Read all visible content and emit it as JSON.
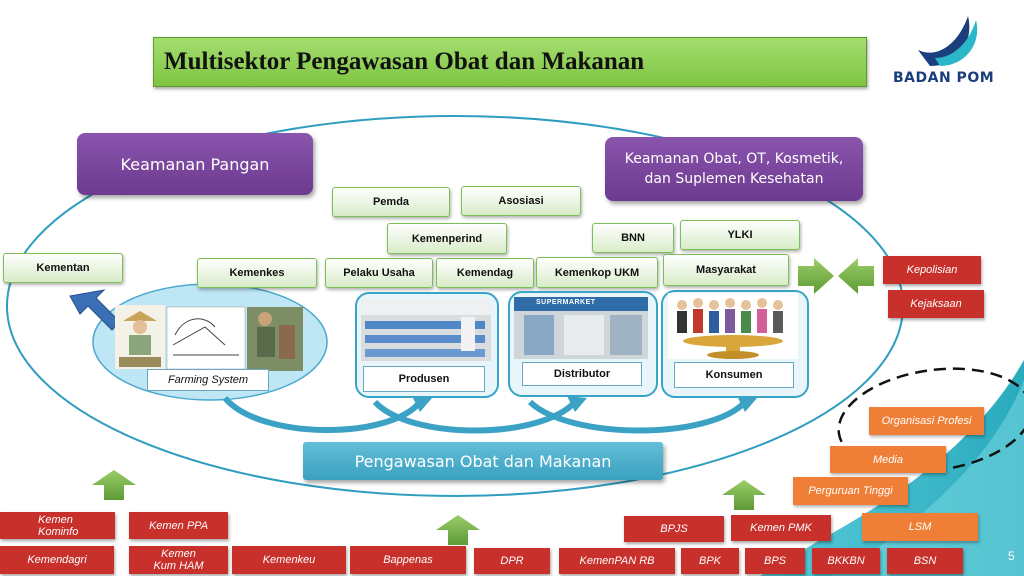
{
  "title": "Multisektor Pengawasan Obat dan Makanan",
  "logo": {
    "text": "BADAN POM"
  },
  "headers": {
    "left": "Keamanan Pangan",
    "right_line1": "Keamanan Obat, OT, Kosmetik,",
    "right_line2": "dan Suplemen Kesehatan"
  },
  "green_boxes": {
    "pemda": "Pemda",
    "asosiasi": "Asosiasi",
    "kemenperind": "Kemenperind",
    "bnn": "BNN",
    "ylki": "YLKI",
    "kementan": "Kementan",
    "kemenkes": "Kemenkes",
    "pelaku_usaha": "Pelaku Usaha",
    "kemendag": "Kemendag",
    "kemenkop_ukm": "Kemenkop UKM",
    "masyarakat": "Masyarakat"
  },
  "red_right": {
    "kepolisian": "Kepolisian",
    "kejaksaan": "Kejaksaan"
  },
  "chain": {
    "farming": "Farming System",
    "produsen": "Produsen",
    "distributor": "Distributor",
    "konsumen": "Konsumen",
    "supermarket_sign": "SUPERMARKET"
  },
  "center_pill": "Pengawasan Obat dan Makanan",
  "orange": {
    "organisasi_profesi": "Organisasi Profesi",
    "media": "Media",
    "perguruan_tinggi": "Perguruan Tinggi",
    "lsm": "LSM"
  },
  "bottom_red": {
    "kemen_kominfo_1": "Kemen",
    "kemen_kominfo_2": "Kominfo",
    "kemen_ppa": "Kemen PPA",
    "kemendagri": "Kemendagri",
    "kemen_kumham_1": "Kemen",
    "kemen_kumham_2": "Kum HAM",
    "kemenkeu": "Kemenkeu",
    "bappenas": "Bappenas",
    "dpr": "DPR",
    "kemenpan_rb": "KemenPAN RB",
    "bpk": "BPK",
    "bps": "BPS",
    "bkkbn": "BKKBN",
    "bsn": "BSN",
    "bpjs": "BPJS",
    "kemen_pmk": "Kemen PMK"
  },
  "page_number": "5",
  "colors": {
    "title_green": "#8bd053",
    "purple": "#7a4a9c",
    "red": "#c8302b",
    "orange": "#ef7f37",
    "teal": "#2ab7c8",
    "ellipse_blue": "#2e9dbf"
  }
}
